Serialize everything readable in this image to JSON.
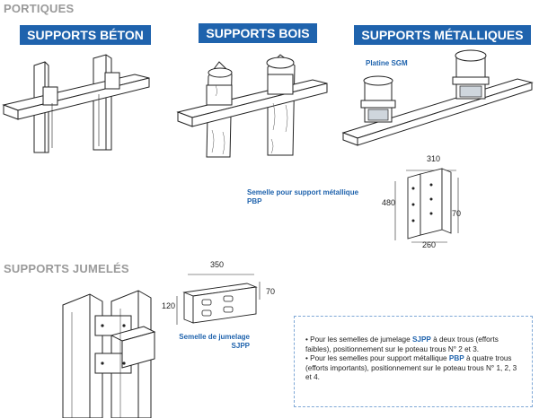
{
  "sections": {
    "portiques": "PORTIQUES",
    "jumeles": "SUPPORTS JUMELÉS"
  },
  "banners": {
    "beton": "SUPPORTS BÉTON",
    "bois": "SUPPORTS BOIS",
    "metalliques": "SUPPORTS MÉTALLIQUES"
  },
  "labels": {
    "platine": "Platine SGM",
    "semelle_pbp_1": "Semelle pour support métallique",
    "semelle_pbp_2": "PBP",
    "semelle_sjpp_1": "Semelle de jumelage",
    "semelle_sjpp_2": "SJPP"
  },
  "dimensions": {
    "pbp_width_top": "310",
    "pbp_height": "480",
    "pbp_depth": "70",
    "pbp_width_bottom": "260",
    "sjpp_width": "350",
    "sjpp_height": "120",
    "sjpp_depth": "70"
  },
  "note": {
    "line1_pre": "Pour les semelles de jumelage ",
    "line1_code": "SJPP",
    "line1_post": " à deux trous (efforts faibles), positionnement sur le poteau trous N° 2 et 3.",
    "line2_pre": "Pour les semelles pour support métallique ",
    "line2_code": "PBP",
    "line2_post": " à quatre trous (efforts importants), positionnement sur le poteau trous N° 1, 2, 3 et 4."
  },
  "colors": {
    "banner": "#1f63ad",
    "section_title": "#9a9a9a"
  }
}
